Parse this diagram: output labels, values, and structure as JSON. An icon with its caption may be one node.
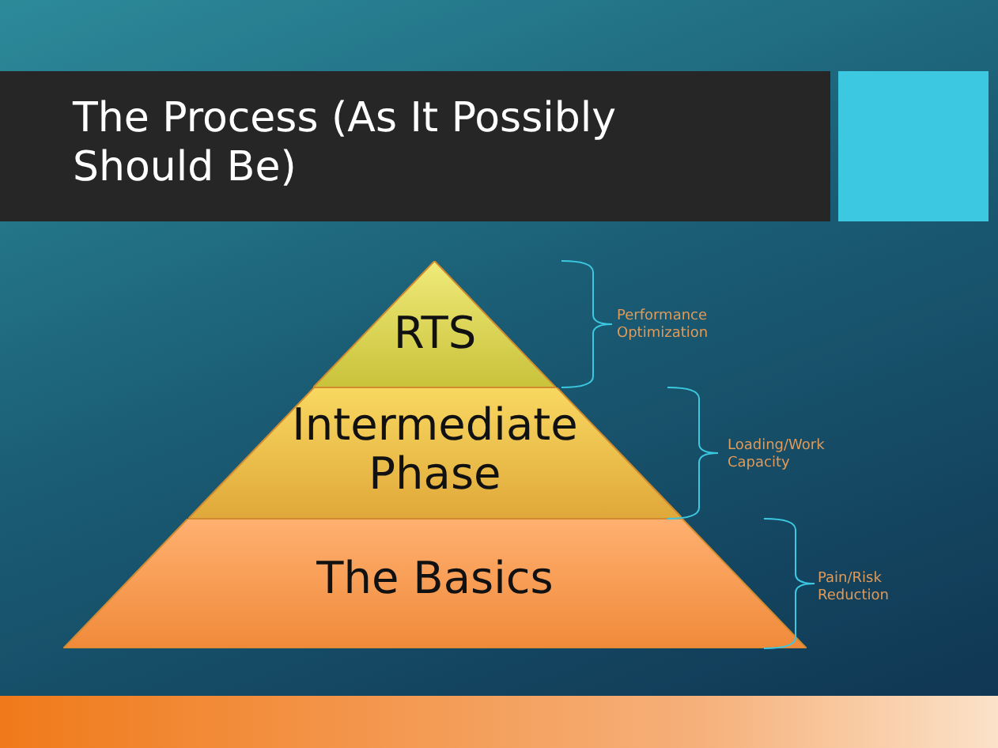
{
  "diagram": {
    "title": "The Process (As It Possibly Should Be)",
    "nodes": [
      {
        "text": [
          "RTS"
        ]
      },
      {
        "text": [
          "Intermediate Phase"
        ]
      },
      {
        "text": [
          "The Basics"
        ]
      }
    ],
    "edges": [],
    "labels": [
      "Performance Optimization",
      "Loading/Work Capacity",
      "Pain/Risk Reduction"
    ]
  }
}
